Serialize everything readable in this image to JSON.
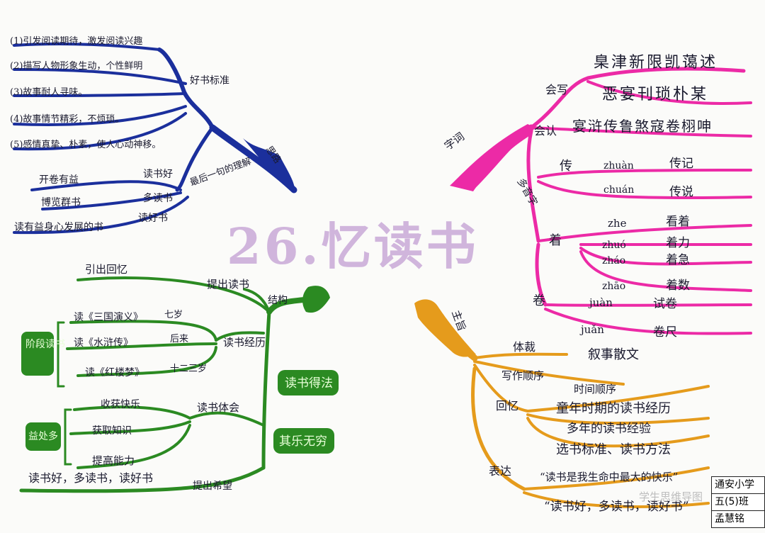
{
  "title": "26.忆读书",
  "colors": {
    "blue": "#1b2f9c",
    "pink": "#ec2aa6",
    "green": "#2b8a22",
    "orange": "#e59b1c"
  },
  "blue": {
    "branch": "思路",
    "sub1": "好书标准",
    "standards": [
      "(1)引发阅读期待，激发阅读兴趣",
      "(2)描写人物形象生动，个性鲜明",
      "(3)故事耐人寻味。",
      "(4)故事情节精彩，不烦琐。",
      "(5)感情真挚、朴素，使人心动神移。"
    ],
    "sub2": "最后一句的理解",
    "left": [
      "开卷有益",
      "博览群书",
      "读有益身心发展的书"
    ],
    "right": [
      "读书好",
      "多读书",
      "读好书"
    ]
  },
  "pink": {
    "branch": "字词",
    "huixie": "会写",
    "row1": "臬津新限凯蔼述",
    "row2": "恶宴刊琐朴某",
    "huiren": "会认",
    "row3": "宴浒传鲁煞寇卷栩呻",
    "duoyin": "多音字",
    "chuan": "传",
    "chuan_items": [
      {
        "py": "zhuàn",
        "w": "传记"
      },
      {
        "py": "chuán",
        "w": "传说"
      }
    ],
    "zhe": "着",
    "zhe_items": [
      {
        "py": "zhe",
        "w": "看着"
      },
      {
        "py": "zhuó",
        "w": "着力"
      },
      {
        "py": "zháo",
        "w": "着急"
      },
      {
        "py": "zhāo",
        "w": "着数"
      }
    ],
    "juan": "卷",
    "juan_items": [
      {
        "py": "juàn",
        "w": "试卷"
      },
      {
        "py": "juǎn",
        "w": "卷尺"
      }
    ]
  },
  "green": {
    "branch": "结构",
    "sub1": "引出回忆",
    "sub2": "提出读书",
    "exp": "读书经历",
    "timeline": "阶段读书",
    "books": [
      {
        "b": "读《三国演义》",
        "t": "七岁"
      },
      {
        "b": "读《水浒传》",
        "t": "后来"
      },
      {
        "b": "读《红楼梦》",
        "t": "十二三岁"
      }
    ],
    "box1": "读书得法",
    "benefit": "益处多",
    "gains": [
      "收获快乐",
      "获取知识",
      "提高能力"
    ],
    "ganhui": "读书体会",
    "box2": "其乐无穷",
    "hope": "提出希望",
    "hopetext": "读书好，多读书，读好书"
  },
  "orange": {
    "branch": "主旨",
    "ticai": "体裁",
    "ticai_v": "叙事散文",
    "order": "写作顺序",
    "order_v": "时间顺序",
    "huiyi": "回忆",
    "memories": [
      "童年时期的读书经历",
      "多年的读书经验",
      "选书标准、读书方法"
    ],
    "biaoda": "表达",
    "express": [
      "“读书是我生命中最大的快乐”",
      "“读书好，多读书，读好书”"
    ]
  },
  "signature": [
    "通安小学",
    "五(5)班",
    "孟慧铭"
  ],
  "watermark": "学生思维导图"
}
